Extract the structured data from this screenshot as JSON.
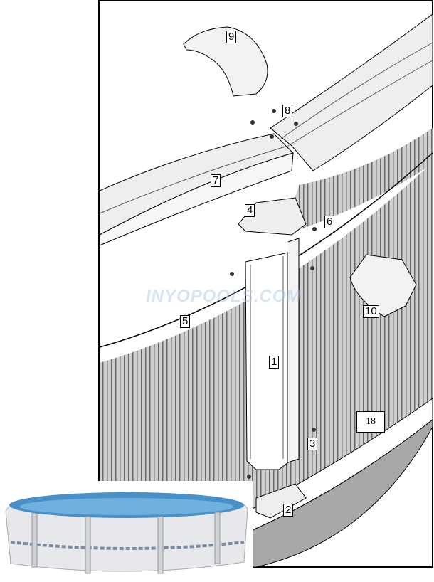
{
  "diagram": {
    "part_labels": [
      {
        "id": "9"
      },
      {
        "id": "8"
      },
      {
        "id": "7"
      },
      {
        "id": "4"
      },
      {
        "id": "6"
      },
      {
        "id": "5"
      },
      {
        "id": "1"
      },
      {
        "id": "10"
      },
      {
        "id": "18"
      },
      {
        "id": "3"
      },
      {
        "id": "2"
      }
    ],
    "watermark": "INYOPOOLS.COM",
    "colors": {
      "wall": "#c8c8c8",
      "track_band": "#a8a8a8",
      "water": "#4a90c8"
    }
  }
}
